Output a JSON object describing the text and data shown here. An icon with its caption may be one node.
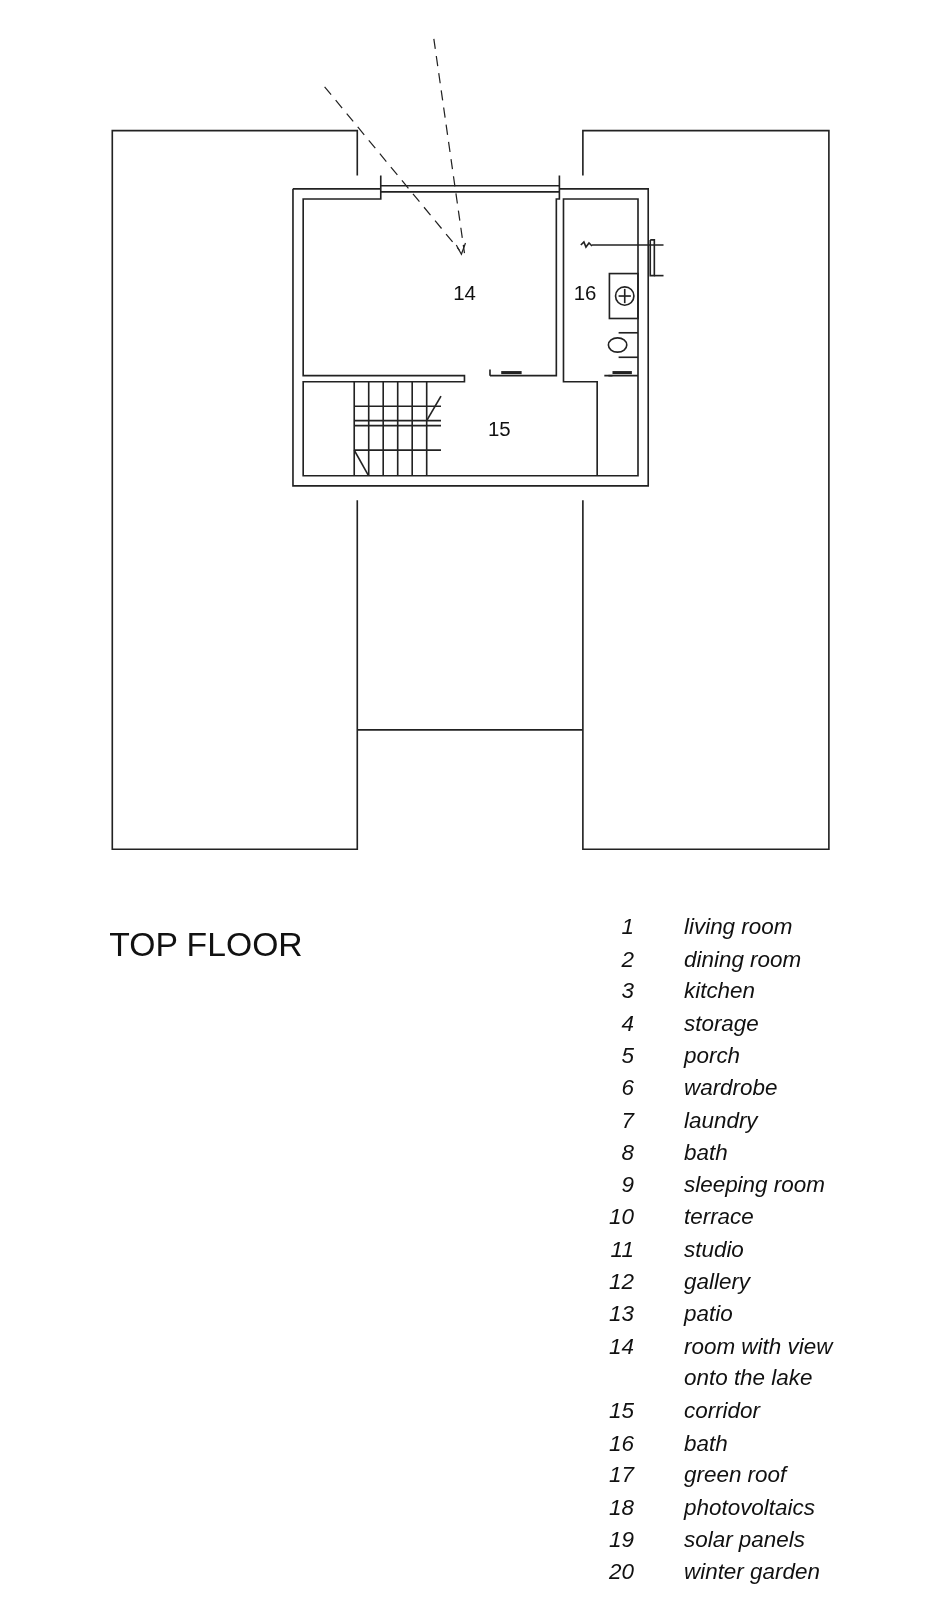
{
  "diagram": {
    "title": "TOP FLOOR",
    "labels": [
      "14",
      "16",
      "15",
      "1",
      "living room",
      "2",
      "dining room",
      "3",
      "kitchen",
      "4",
      "storage",
      "5",
      "porch",
      "6",
      "wardrobe",
      "7",
      "laundry",
      "8",
      "bath",
      "9",
      "sleeping room",
      "10",
      "terrace",
      "11",
      "studio",
      "12",
      "gallery",
      "13",
      "patio",
      "14",
      "room with view onto the lake",
      "15",
      "corridor",
      "16",
      "bath",
      "17",
      "green roof",
      "18",
      "photovoltaics",
      "19",
      "solar panels",
      "20",
      "winter garden"
    ]
  }
}
